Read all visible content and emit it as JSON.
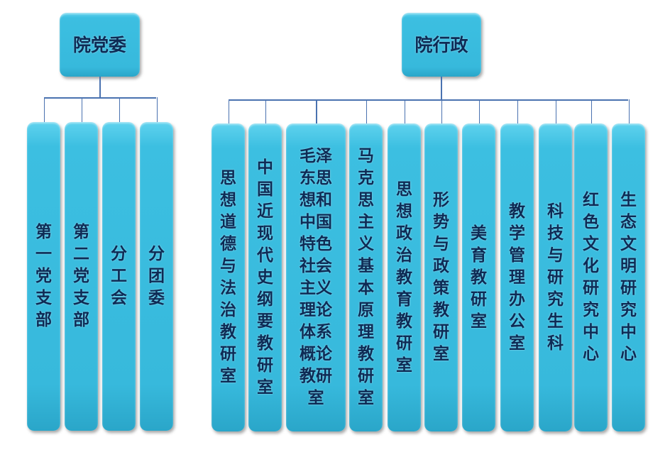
{
  "left": {
    "root": "院党委",
    "children": [
      "第一党支部",
      "第二党支部",
      "分工会",
      "分团委"
    ]
  },
  "right": {
    "root": "院行政",
    "children": [
      "思想道德与法治教研室",
      "中国近现代史纲要教研室",
      "毛泽东思想和中国特色社会主义理论体系概论教研室",
      "马克思主义基本原理教研室",
      "思想政治教育教研室",
      "形势与政策教研室",
      "美育教研室",
      "教学管理办公室",
      "科技与研究生科",
      "红色文化研究中心",
      "生态文明研究中心"
    ]
  },
  "colors": {
    "box": "#3bbfe1",
    "text": "#0e2b55",
    "line": "#4a72b0"
  }
}
